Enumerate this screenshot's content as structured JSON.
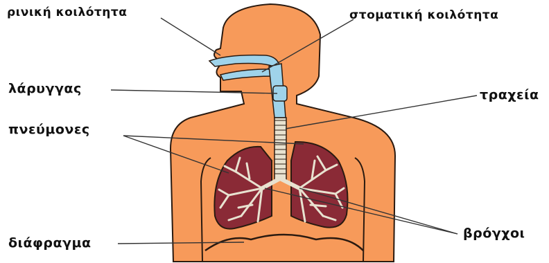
{
  "labels": {
    "nasal_cavity": "ρινική κοιλότητα",
    "oral_cavity": "στοματική κοιλότητα",
    "larynx": "λάρυγγας",
    "trachea": "τραχεία",
    "lungs": "πνεύμονες",
    "diaphragm": "διάφραγμα",
    "bronchi": "βρόγχοι"
  },
  "colors": {
    "skin": "#f79a5a",
    "outline": "#2a1a10",
    "airway": "#9fd3ea",
    "lung": "#8a2a36",
    "bronchus": "#e8e2d0",
    "pointer": "#333333"
  }
}
